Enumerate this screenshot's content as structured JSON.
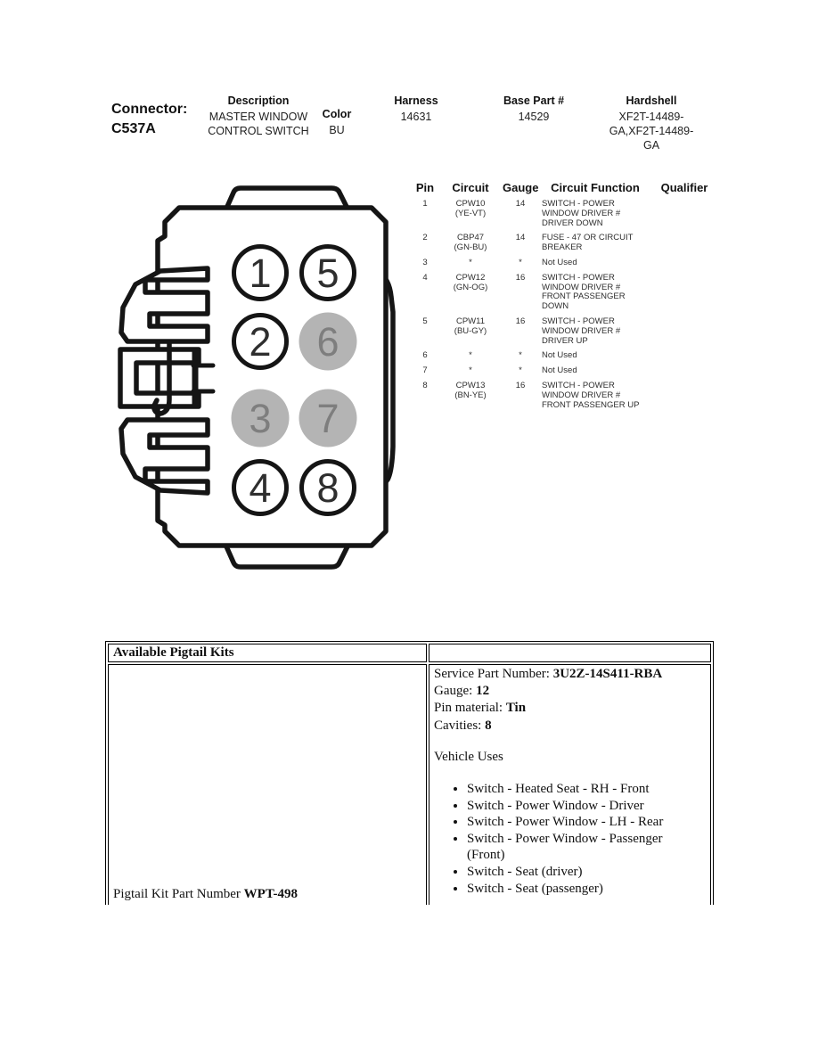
{
  "header": {
    "connector_label": "Connector:",
    "connector_id": "C537A",
    "fields": [
      {
        "label": "Description",
        "value": "MASTER WINDOW CONTROL SWITCH"
      },
      {
        "label": "Color",
        "value": "BU"
      },
      {
        "label": "Harness",
        "value": "14631"
      },
      {
        "label": "Base Part #",
        "value": "14529"
      },
      {
        "label": "Hardshell",
        "value": "XF2T-14489-GA,XF2T-14489-GA"
      }
    ]
  },
  "pin_table": {
    "headers": [
      "Pin",
      "Circuit",
      "Gauge",
      "Circuit Function",
      "Qualifier"
    ],
    "rows": [
      {
        "pin": "1",
        "circuit": "CPW10",
        "circuit_color": "(YE-VT)",
        "gauge": "14",
        "function": "SWITCH - POWER WINDOW DRIVER # DRIVER DOWN",
        "qualifier": ""
      },
      {
        "pin": "2",
        "circuit": "CBP47",
        "circuit_color": "(GN-BU)",
        "gauge": "14",
        "function": "FUSE - 47 OR CIRCUIT BREAKER",
        "qualifier": ""
      },
      {
        "pin": "3",
        "circuit": "*",
        "circuit_color": "",
        "gauge": "*",
        "function": "Not Used",
        "qualifier": ""
      },
      {
        "pin": "4",
        "circuit": "CPW12",
        "circuit_color": "(GN-OG)",
        "gauge": "16",
        "function": "SWITCH - POWER WINDOW DRIVER # FRONT PASSENGER DOWN",
        "qualifier": ""
      },
      {
        "pin": "5",
        "circuit": "CPW11",
        "circuit_color": "(BU-GY)",
        "gauge": "16",
        "function": "SWITCH - POWER WINDOW DRIVER # DRIVER UP",
        "qualifier": ""
      },
      {
        "pin": "6",
        "circuit": "*",
        "circuit_color": "",
        "gauge": "*",
        "function": "Not Used",
        "qualifier": ""
      },
      {
        "pin": "7",
        "circuit": "*",
        "circuit_color": "",
        "gauge": "*",
        "function": "Not Used",
        "qualifier": ""
      },
      {
        "pin": "8",
        "circuit": "CPW13",
        "circuit_color": "(BN-YE)",
        "gauge": "16",
        "function": "SWITCH - POWER WINDOW DRIVER # FRONT PASSENGER UP",
        "qualifier": ""
      }
    ]
  },
  "connector_diagram": {
    "pins": [
      {
        "number": "1",
        "used": true
      },
      {
        "number": "2",
        "used": true
      },
      {
        "number": "3",
        "used": false
      },
      {
        "number": "4",
        "used": true
      },
      {
        "number": "5",
        "used": true
      },
      {
        "number": "6",
        "used": false
      },
      {
        "number": "7",
        "used": false
      },
      {
        "number": "8",
        "used": true
      }
    ],
    "line_color": "#151515",
    "used_fill": "#ffffff",
    "used_text": "#2e2e2e",
    "unused_fill": "#b4b4b4",
    "unused_text": "#7e7e7e"
  },
  "pigtail_kits": {
    "title": "Available Pigtail Kits",
    "kit_part_label": "Pigtail Kit Part Number",
    "kit_part_number": "WPT-498",
    "details": [
      {
        "label": "Service Part Number:",
        "value": "3U2Z-14S411-RBA"
      },
      {
        "label": "Gauge:",
        "value": "12"
      },
      {
        "label": "Pin material:",
        "value": "Tin"
      },
      {
        "label": "Cavities:",
        "value": "8"
      }
    ],
    "vehicle_uses_title": "Vehicle Uses",
    "vehicle_uses": [
      "Switch - Heated Seat - RH - Front",
      "Switch - Power Window - Driver",
      "Switch - Power Window - LH - Rear",
      "Switch - Power Window - Passenger (Front)",
      "Switch - Seat (driver)",
      "Switch - Seat (passenger)"
    ]
  }
}
